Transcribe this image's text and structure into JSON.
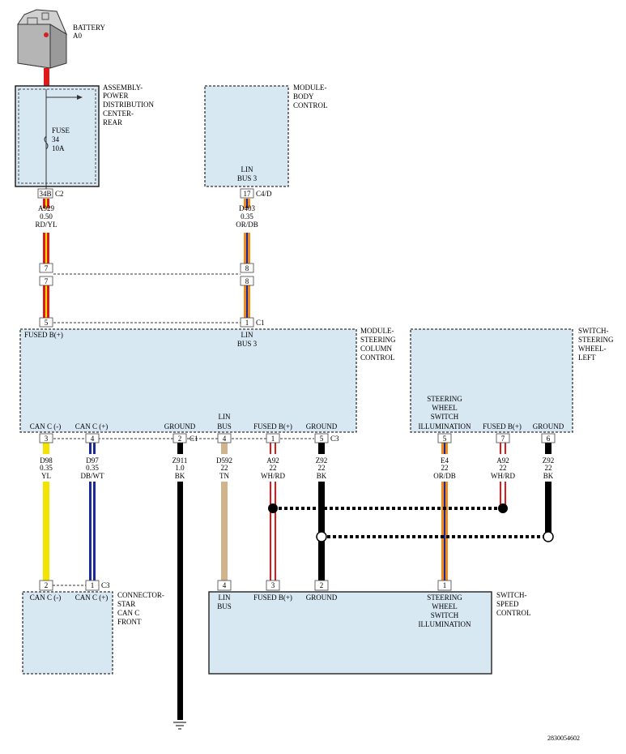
{
  "battery": {
    "name": "BATTERY",
    "id": "A0"
  },
  "modules": {
    "pdc": {
      "l1": "ASSEMBLY-",
      "l2": "POWER",
      "l3": "DISTRIBUTION",
      "l4": "CENTER-",
      "l5": "REAR",
      "fuse_label": "FUSE",
      "fuse_num": "34",
      "fuse_amp": "10A"
    },
    "bcm": {
      "l1": "MODULE-",
      "l2": "BODY",
      "l3": "CONTROL",
      "pin_l1": "LIN",
      "pin_l2": "BUS 3"
    },
    "sccm": {
      "l1": "MODULE-",
      "l2": "STEERING",
      "l3": "COLUMN",
      "l4": "CONTROL",
      "fused": "FUSED B(+)",
      "lin_l1": "LIN",
      "lin_l2": "BUS 3",
      "canc_minus": "CAN C (-)",
      "canc_plus": "CAN C (+)",
      "ground": "GROUND",
      "lin_bus_l1": "LIN",
      "lin_bus_l2": "BUS",
      "fused2": "FUSED B(+)",
      "ground2": "GROUND"
    },
    "sw_left": {
      "l1": "SWITCH-",
      "l2": "STEERING",
      "l3": "WHEEL-",
      "l4": "LEFT",
      "ill_l1": "STEERING",
      "ill_l2": "WHEEL",
      "ill_l3": "SWITCH",
      "ill_l4": "ILLUMINATION",
      "fused": "FUSED B(+)",
      "ground": "GROUND"
    },
    "star": {
      "l1": "CONNECTOR-",
      "l2": "STAR",
      "l3": "CAN C",
      "l4": "FRONT",
      "canc_minus": "CAN C (-)",
      "canc_plus": "CAN C (+)"
    },
    "speed": {
      "l1": "SWITCH-",
      "l2": "SPEED",
      "l3": "CONTROL",
      "lin_l1": "LIN",
      "lin_l2": "BUS",
      "fused": "FUSED B(+)",
      "ground": "GROUND",
      "ill_l1": "STEERING",
      "ill_l2": "WHEEL",
      "ill_l3": "SWITCH",
      "ill_l4": "ILLUMINATION"
    }
  },
  "connectors": {
    "c2": "C2",
    "c4d": "C4/D",
    "c1": "C1",
    "c1b": "C1",
    "c3": "C3",
    "c3b": "C3"
  },
  "pins": {
    "pdc_34b": "34B",
    "bcm_17": "17",
    "inl_a_top": "7",
    "inl_a_bot": "7",
    "inl_b_top": "8",
    "inl_b_bot": "8",
    "sccm_5": "5",
    "sccm_1": "1",
    "sccm_3": "3",
    "sccm_4": "4",
    "sccm_2": "2",
    "sccm_4b": "4",
    "sccm_1b": "1",
    "sccm_5b": "5",
    "swl_5": "5",
    "swl_7": "7",
    "swl_6": "6",
    "star_2": "2",
    "star_1": "1",
    "spd_4": "4",
    "spd_3": "3",
    "spd_2": "2",
    "spd_1": "1"
  },
  "wires": {
    "a929": {
      "code": "A929",
      "gauge": "0.50",
      "color": "RD/YL"
    },
    "d403": {
      "code": "D403",
      "gauge": "0.35",
      "color": "OR/DB"
    },
    "d98": {
      "code": "D98",
      "gauge": "0.35",
      "color": "YL"
    },
    "d97": {
      "code": "D97",
      "gauge": "0.35",
      "color": "DB/WT"
    },
    "z911": {
      "code": "Z911",
      "gauge": "1.0",
      "color": "BK"
    },
    "d592": {
      "code": "D592",
      "gauge": "22",
      "color": "TN"
    },
    "a92": {
      "code": "A92",
      "gauge": "22",
      "color": "WH/RD"
    },
    "z92": {
      "code": "Z92",
      "gauge": "22",
      "color": "BK"
    },
    "e4": {
      "code": "E4",
      "gauge": "22",
      "color": "OR/DB"
    },
    "a92b": {
      "code": "A92",
      "gauge": "22",
      "color": "WH/RD"
    },
    "z92b": {
      "code": "Z92",
      "gauge": "22",
      "color": "BK"
    }
  },
  "figure_id": "2830054602"
}
